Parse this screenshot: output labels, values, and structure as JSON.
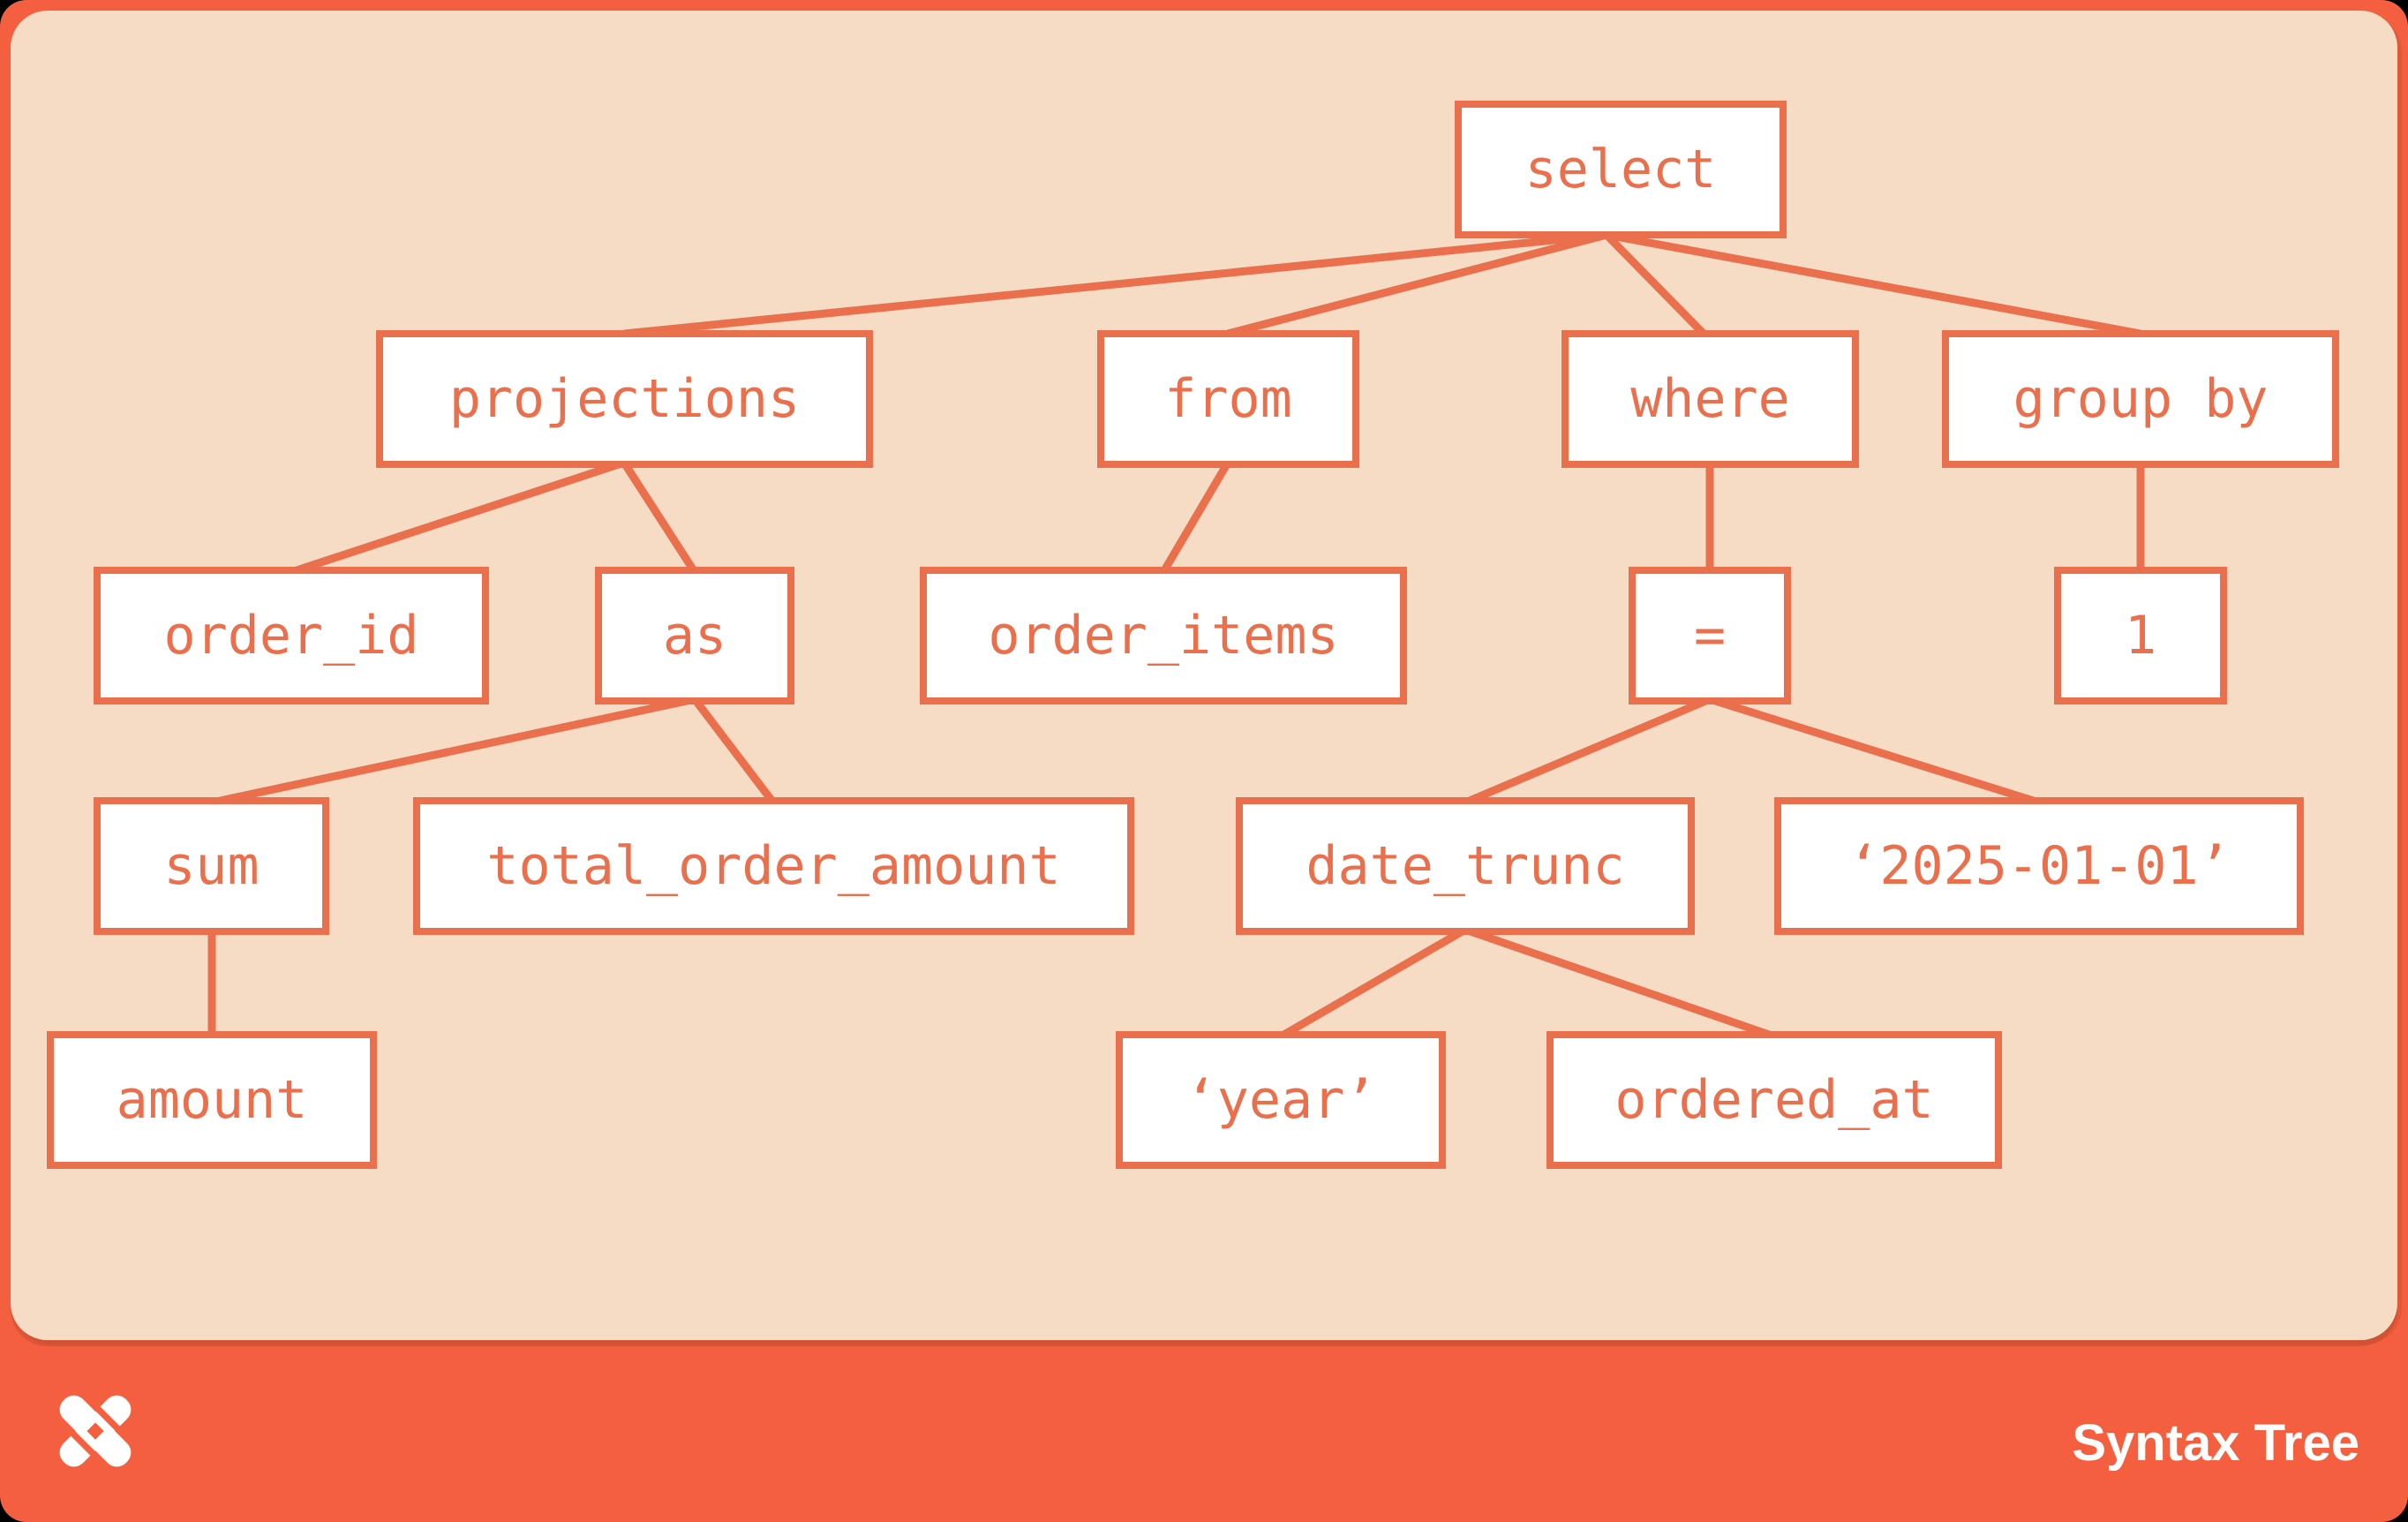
{
  "colors": {
    "card_background": "#F4603F",
    "panel_background": "#F7DCC5",
    "node_fill": "#FFFFFF",
    "accent": "#EA6F4D",
    "footer_text": "#FFFFFF"
  },
  "diagram": {
    "nodes": {
      "select": {
        "label": "select"
      },
      "projections": {
        "label": "projections"
      },
      "from": {
        "label": "from"
      },
      "where": {
        "label": "where"
      },
      "group_by": {
        "label": "group by"
      },
      "order_id": {
        "label": "order_id"
      },
      "as": {
        "label": "as"
      },
      "order_items": {
        "label": "order_items"
      },
      "eq": {
        "label": "="
      },
      "one": {
        "label": "1"
      },
      "sum": {
        "label": "sum"
      },
      "total_order_amount": {
        "label": "total_order_amount"
      },
      "date_trunc": {
        "label": "date_trunc"
      },
      "lit_2025": {
        "label": "‘2025-01-01’"
      },
      "amount": {
        "label": "amount"
      },
      "lit_year": {
        "label": "‘year’"
      },
      "ordered_at": {
        "label": "ordered_at"
      }
    },
    "edges": [
      [
        "select",
        "projections"
      ],
      [
        "select",
        "from"
      ],
      [
        "select",
        "where"
      ],
      [
        "select",
        "group_by"
      ],
      [
        "projections",
        "order_id"
      ],
      [
        "projections",
        "as"
      ],
      [
        "from",
        "order_items"
      ],
      [
        "where",
        "eq"
      ],
      [
        "group_by",
        "one"
      ],
      [
        "as",
        "sum"
      ],
      [
        "as",
        "total_order_amount"
      ],
      [
        "eq",
        "date_trunc"
      ],
      [
        "eq",
        "lit_2025"
      ],
      [
        "sum",
        "amount"
      ],
      [
        "date_trunc",
        "lit_year"
      ],
      [
        "date_trunc",
        "ordered_at"
      ]
    ]
  },
  "footer": {
    "brand_label": "Syntax Tree",
    "logo_icon": "pinwheel-x-logo"
  }
}
